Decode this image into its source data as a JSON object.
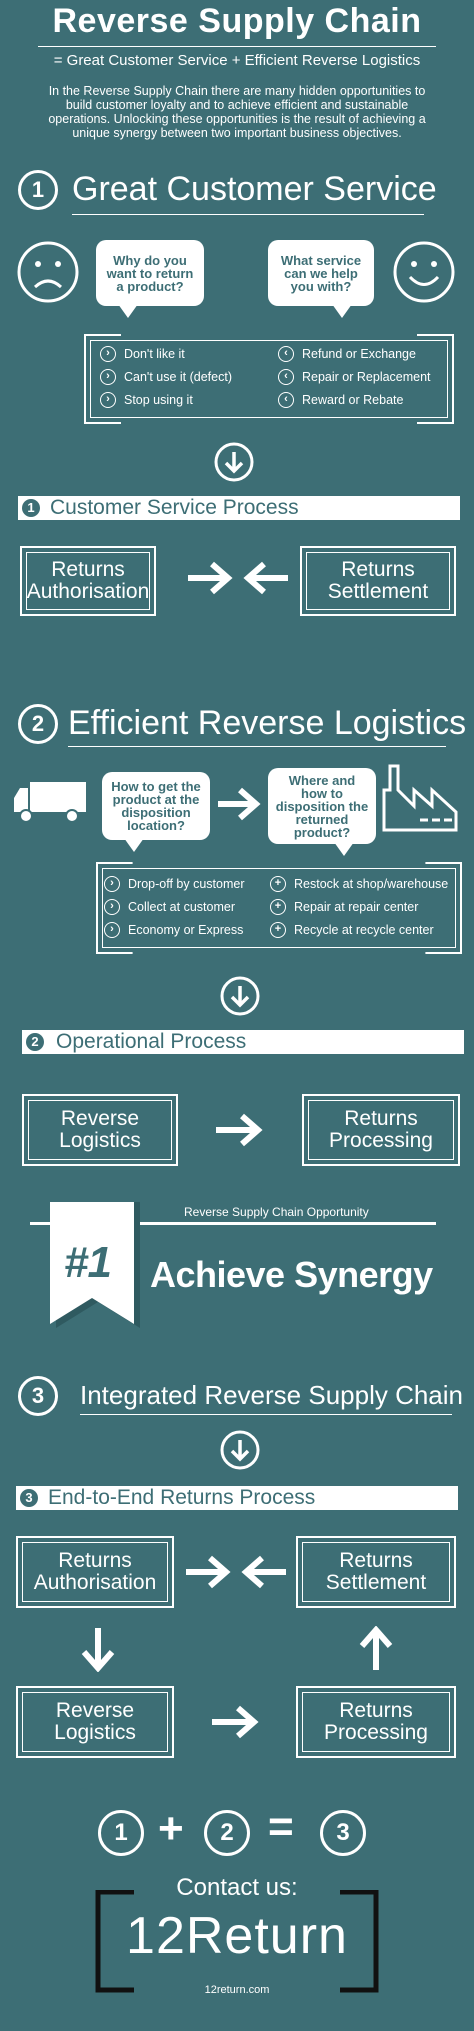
{
  "header": {
    "title": "Reverse Supply Chain",
    "subtitle": "= Great Customer Service + Efficient Reverse Logistics",
    "intro": "In the Reverse Supply Chain there are many hidden opportunities to build customer loyalty and to achieve efficient and sustainable operations. Unlocking these opportunities is the result of achieving a unique synergy between two important business objectives."
  },
  "section1": {
    "number": "1",
    "title": "Great Customer Service",
    "bubble_left": "Why do you want to return a product?",
    "bubble_right": "What service can we help you with?",
    "options_left": [
      "Don't like it",
      "Can't use it (defect)",
      "Stop using it"
    ],
    "options_right": [
      "Refund or Exchange",
      "Repair or Replacement",
      "Reward or Rebate"
    ],
    "process_number": "1",
    "process_title": "Customer Service Process",
    "box_left": [
      "Returns",
      "Authorisation"
    ],
    "box_right": [
      "Returns",
      "Settlement"
    ]
  },
  "section2": {
    "number": "2",
    "title": "Efficient Reverse Logistics",
    "bubble_left": "How to get the product at the disposition location?",
    "bubble_right": "Where and how to disposition the returned product?",
    "options_left": [
      "Drop-off by customer",
      "Collect at customer",
      "Economy or Express"
    ],
    "options_right": [
      "Restock at shop/warehouse",
      "Repair at repair center",
      "Recycle at recycle center"
    ],
    "process_number": "2",
    "process_title": "Operational Process",
    "box_left": [
      "Reverse",
      "Logistics"
    ],
    "box_right": [
      "Returns",
      "Processing"
    ]
  },
  "opportunity": {
    "caption": "Reverse Supply Chain Opportunity",
    "rank": "#1",
    "headline": "Achieve Synergy"
  },
  "section3": {
    "number": "3",
    "title": "Integrated Reverse Supply Chain",
    "process_number": "3",
    "process_title": "End-to-End Returns Process",
    "box_tl": [
      "Returns",
      "Authorisation"
    ],
    "box_tr": [
      "Returns",
      "Settlement"
    ],
    "box_bl": [
      "Reverse",
      "Logistics"
    ],
    "box_br": [
      "Returns",
      "Processing"
    ]
  },
  "equation": {
    "a": "1",
    "plus": "+",
    "b": "2",
    "equals": "=",
    "c": "3"
  },
  "contact": {
    "title": "Contact us:",
    "brand": "12Return",
    "url": "12return.com"
  },
  "icons": {
    "sad_face": "sad-face-icon",
    "happy_face": "happy-face-icon",
    "truck": "truck-icon",
    "factory": "factory-icon",
    "chevron": "chevron-right-icon",
    "plus": "plus-circle-icon",
    "down": "arrow-down-icon"
  },
  "colors": {
    "background": "#3d6e75",
    "foreground": "#ffffff"
  }
}
